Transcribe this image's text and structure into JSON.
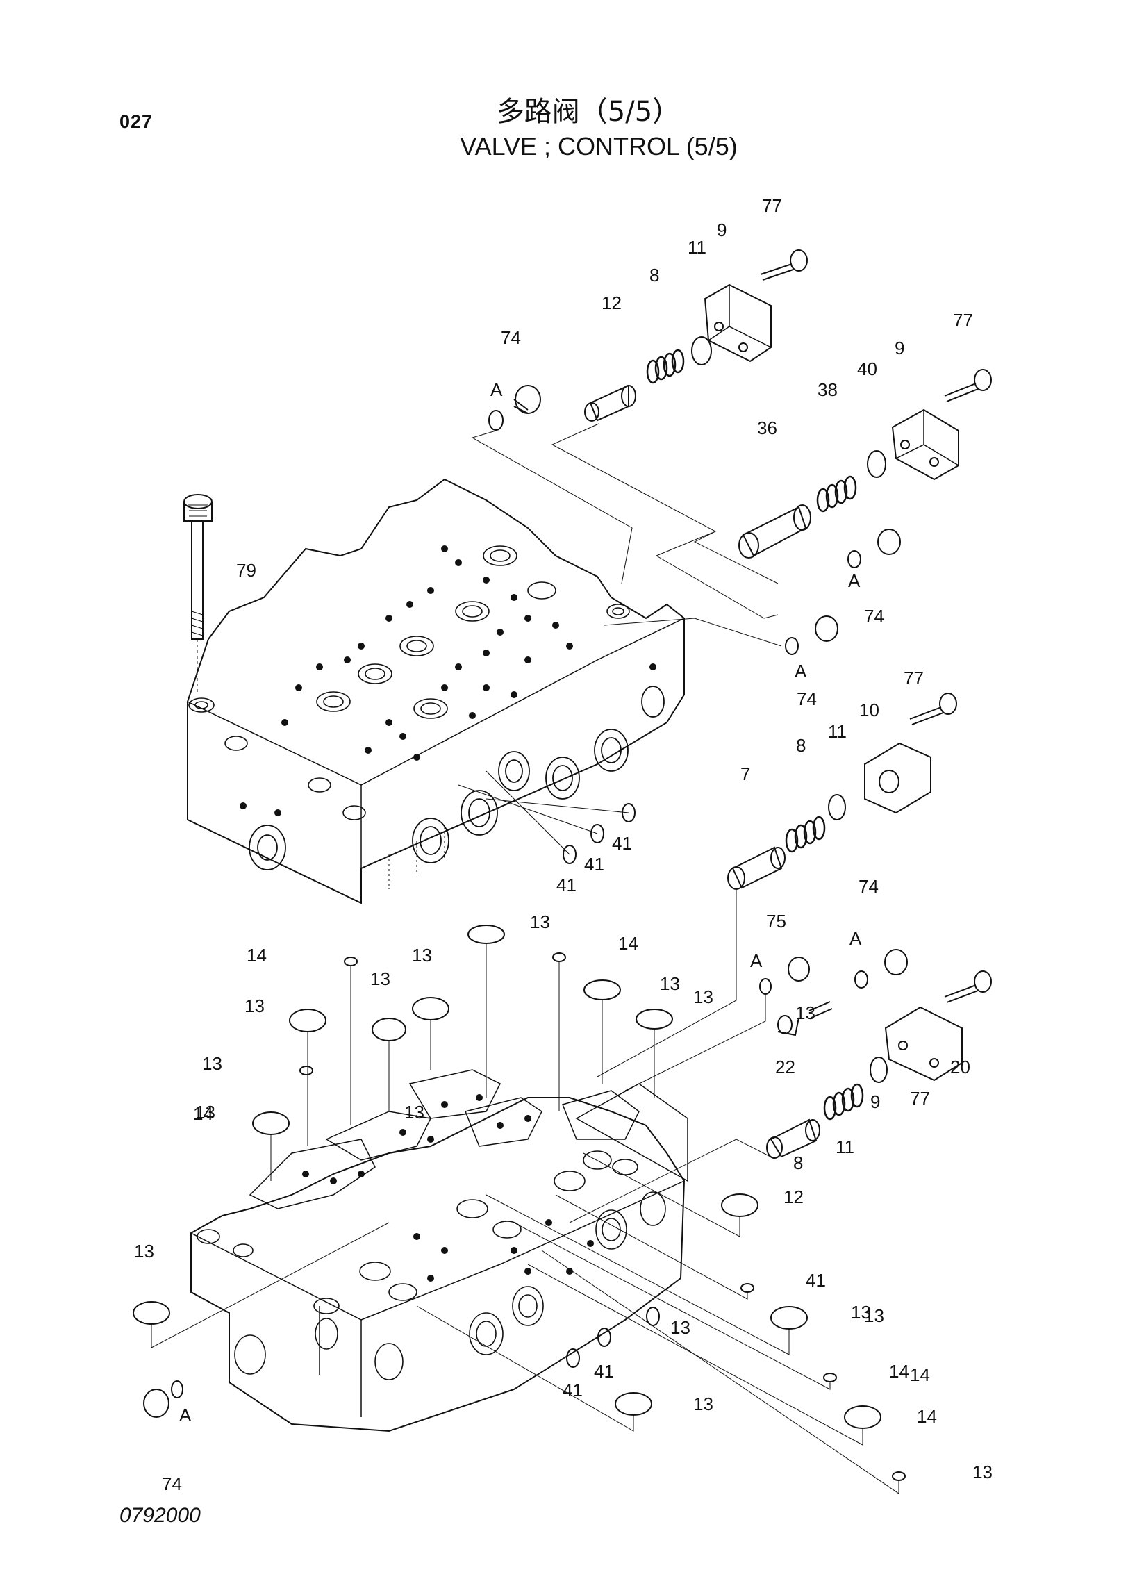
{
  "page_number": "027",
  "title_cn": "多路阀（5/5）",
  "title_en": "VALVE ; CONTROL (5/5)",
  "footer_code": "0792000",
  "callouts": [
    "77",
    "9",
    "11",
    "8",
    "12",
    "74",
    "A",
    "77",
    "9",
    "40",
    "38",
    "36",
    "79",
    "74",
    "A",
    "74",
    "A",
    "77",
    "10",
    "11",
    "8",
    "7",
    "41",
    "41",
    "41",
    "75",
    "A",
    "74",
    "A",
    "13",
    "14",
    "14",
    "13",
    "13",
    "13",
    "13",
    "13",
    "13",
    "14",
    "13",
    "13",
    "13",
    "22",
    "20",
    "77",
    "9",
    "11",
    "8",
    "12",
    "13",
    "13",
    "14",
    "13",
    "41",
    "41",
    "41",
    "14",
    "13",
    "13",
    "13",
    "14",
    "A",
    "74"
  ]
}
